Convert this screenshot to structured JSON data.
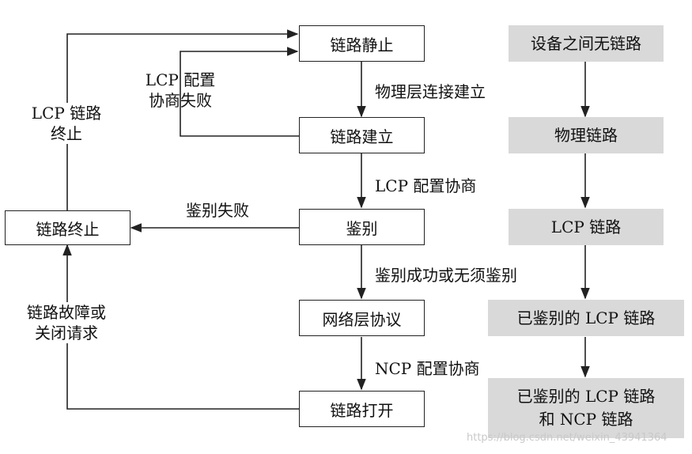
{
  "states": {
    "dead": "链路静止",
    "establish": "链路建立",
    "authenticate": "鉴别",
    "network": "网络层协议",
    "open": "链路打开",
    "terminate": "链路终止"
  },
  "edges": {
    "physical_connect": "物理层连接建立",
    "lcp_negotiate": "LCP 配置协商",
    "auth_success": "鉴别成功或无须鉴别",
    "ncp_negotiate": "NCP 配置协商",
    "auth_fail": "鉴别失败",
    "lcp_fail_line1": "LCP 配置",
    "lcp_fail_line2": "协商失败",
    "lcp_terminated_line1": "LCP 链路",
    "lcp_terminated_line2": "终止",
    "link_fault_line1": "链路故障或",
    "link_fault_line2": "关闭请求"
  },
  "link_status": {
    "none": "设备之间无链路",
    "physical": "物理链路",
    "lcp": "LCP 链路",
    "lcp_auth": "已鉴别的 LCP 链路",
    "full_line1": "已鉴别的 LCP 链路",
    "full_line2": "和 NCP 链路"
  },
  "watermark": "https://blog.csdn.net/weixin_43941364"
}
